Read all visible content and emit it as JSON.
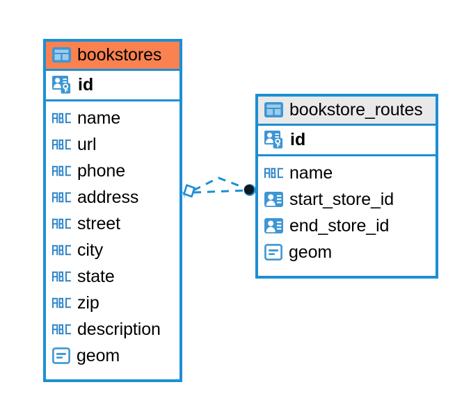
{
  "diagram": {
    "type": "entity-relationship-diagram",
    "background_color": "#ffffff",
    "border_color": "#1b8fd4",
    "accent_header_color": "#fa8150",
    "secondary_header_color": "#e9e9e9",
    "icon_color": "#3d96d4",
    "text_color": "#000000"
  },
  "tables": [
    {
      "name": "bookstores",
      "header_icon": "table-icon",
      "header_style": "orange",
      "primary_key": {
        "label": "id",
        "icon": "primary-key-icon"
      },
      "fields": [
        {
          "label": "name",
          "icon": "abc-icon",
          "type": "text"
        },
        {
          "label": "url",
          "icon": "abc-icon",
          "type": "text"
        },
        {
          "label": "phone",
          "icon": "abc-icon",
          "type": "text"
        },
        {
          "label": "address",
          "icon": "abc-icon",
          "type": "text"
        },
        {
          "label": "street",
          "icon": "abc-icon",
          "type": "text"
        },
        {
          "label": "city",
          "icon": "abc-icon",
          "type": "text"
        },
        {
          "label": "state",
          "icon": "abc-icon",
          "type": "text"
        },
        {
          "label": "zip",
          "icon": "abc-icon",
          "type": "text"
        },
        {
          "label": "description",
          "icon": "abc-icon",
          "type": "text"
        },
        {
          "label": "geom",
          "icon": "geom-icon",
          "type": "geometry"
        }
      ]
    },
    {
      "name": "bookstore_routes",
      "header_icon": "table-icon",
      "header_style": "grey",
      "primary_key": {
        "label": "id",
        "icon": "primary-key-icon"
      },
      "fields": [
        {
          "label": "name",
          "icon": "abc-icon",
          "type": "text"
        },
        {
          "label": "start_store_id",
          "icon": "foreign-key-icon",
          "type": "reference"
        },
        {
          "label": "end_store_id",
          "icon": "foreign-key-icon",
          "type": "reference"
        },
        {
          "label": "geom",
          "icon": "geom-icon",
          "type": "geometry"
        }
      ]
    }
  ],
  "relationship": {
    "style": "dashed",
    "color": "#1b8fd4",
    "source_endpoint": "diamond-endpoint",
    "target_endpoint": "filled-circle-endpoint",
    "branches": 2
  }
}
